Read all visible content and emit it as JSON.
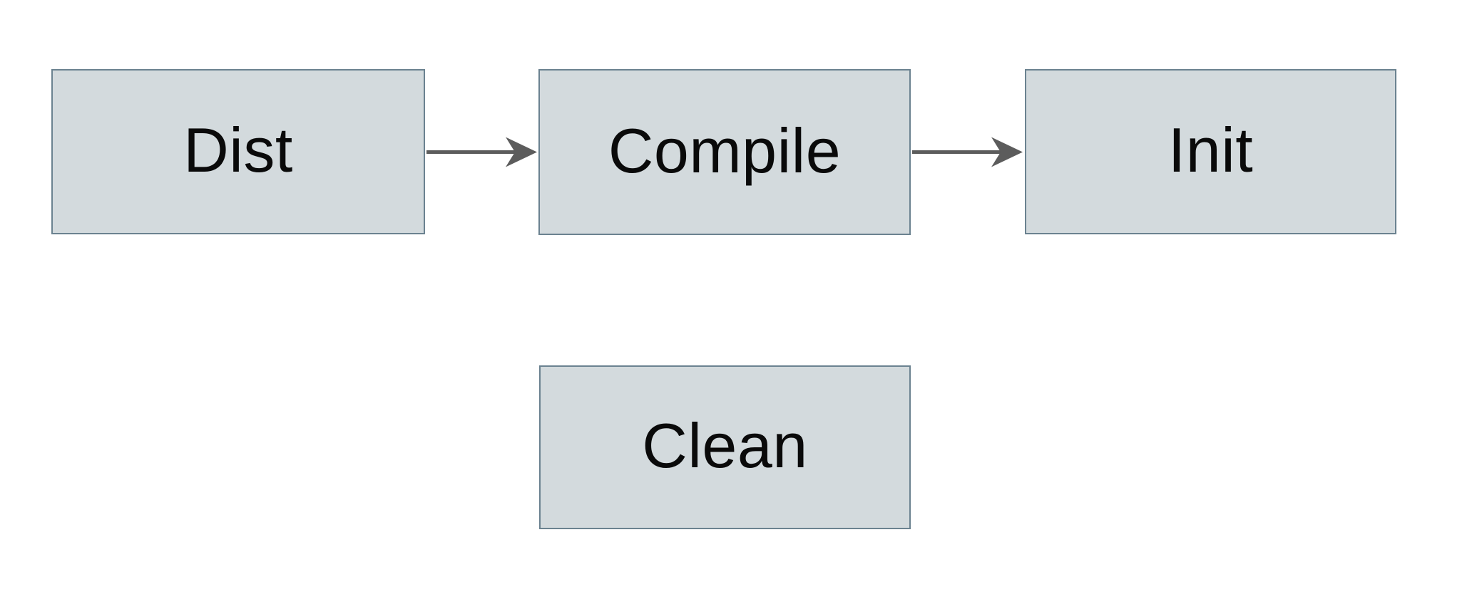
{
  "diagram": {
    "type": "flowchart",
    "nodes": [
      {
        "id": "dist",
        "label": "Dist"
      },
      {
        "id": "compile",
        "label": "Compile"
      },
      {
        "id": "init",
        "label": "Init"
      },
      {
        "id": "clean",
        "label": "Clean"
      }
    ],
    "edges": [
      {
        "from": "Dist",
        "to": "Compile",
        "direction": "right",
        "style": "solid-arrow"
      },
      {
        "from": "Compile",
        "to": "Init",
        "direction": "right",
        "style": "solid-arrow"
      }
    ]
  },
  "colors": {
    "node_fill": "#d3dadd",
    "node_border": "#6b8290",
    "arrow": "#5c5c5c",
    "text": "#0a0a0a",
    "background": "#ffffff"
  }
}
